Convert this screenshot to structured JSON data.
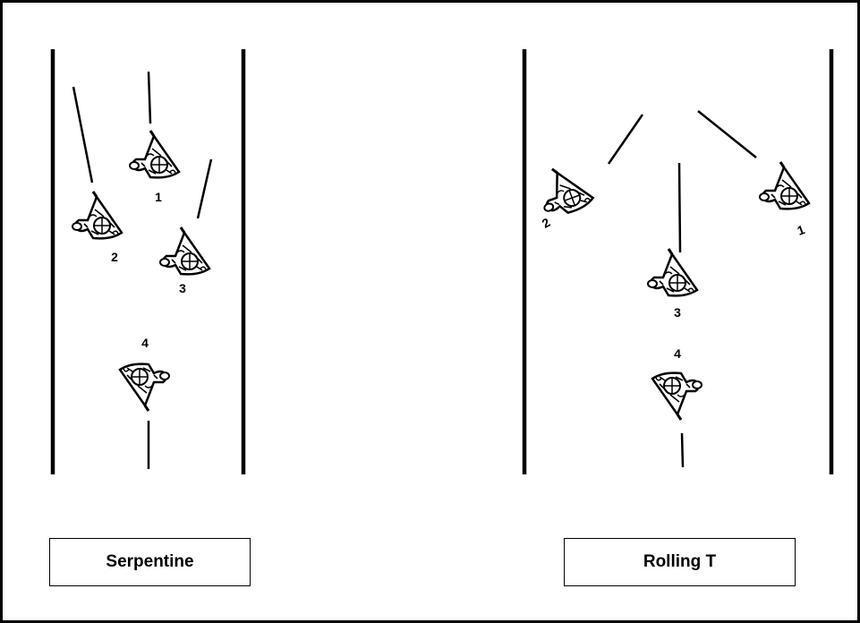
{
  "diagram": {
    "panels": [
      {
        "caption": "Serpentine",
        "soldiers": [
          {
            "label": "1"
          },
          {
            "label": "2"
          },
          {
            "label": "3"
          },
          {
            "label": "4"
          }
        ]
      },
      {
        "caption": "Rolling T",
        "soldiers": [
          {
            "label": "1"
          },
          {
            "label": "2"
          },
          {
            "label": "3"
          },
          {
            "label": "4"
          }
        ]
      }
    ]
  }
}
